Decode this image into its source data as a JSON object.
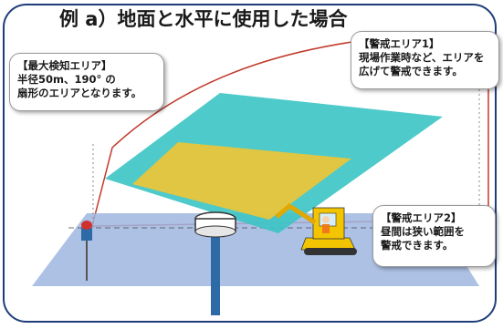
{
  "title": "例 a）地面と水平に使用した場合",
  "callouts": {
    "max_detection": {
      "line1": "【最大検知エリア】",
      "line2": "半径50m、190° の",
      "line3": "扇形のエリアとなります。"
    },
    "alert_area_1": {
      "line1": "【警戒エリア1】",
      "line2": "現場作業時など、エリアを",
      "line3": "広げて警戒できます。"
    },
    "alert_area_2": {
      "line1": "【警戒エリア2】",
      "line2": "昼間は狭い範囲を",
      "line3": "警戒できます。"
    }
  },
  "colors": {
    "frame": "#1f3d7a",
    "max_area_outline": "#c0392b",
    "alert_area_1": "#3cc4c4",
    "alert_area_2": "#e8c53a",
    "ground": "#9fb6e0",
    "pole": "#2e6aa6",
    "excavator": "#f2c500"
  },
  "icons": [
    "sensor-pole-icon",
    "warning-beacon-icon",
    "excavator-icon",
    "worker-icon"
  ]
}
